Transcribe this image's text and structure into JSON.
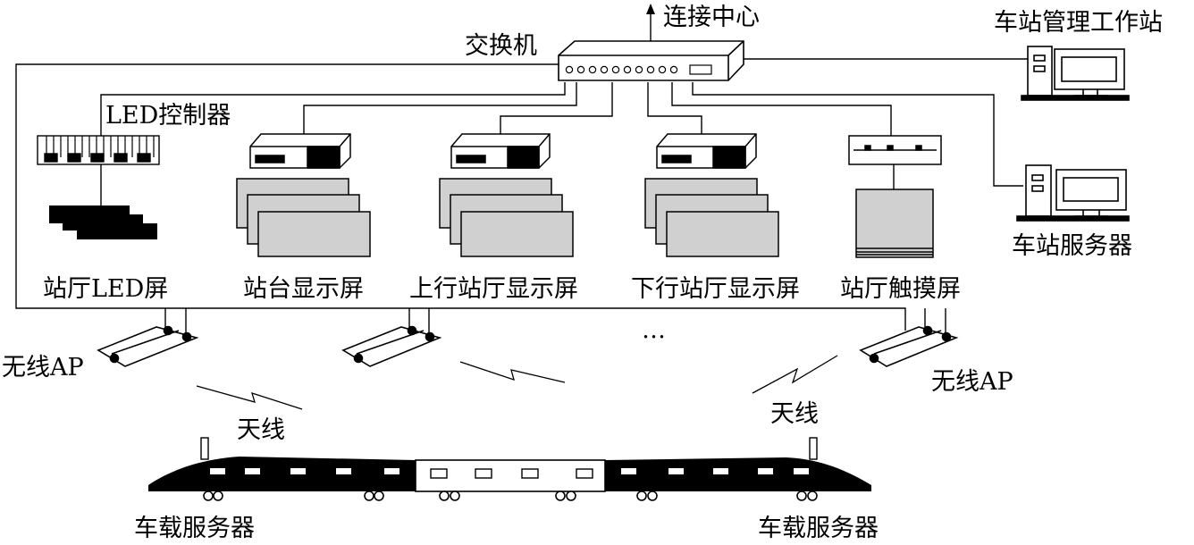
{
  "labels": {
    "switch": "交换机",
    "connect_center": "连接中心",
    "station_mgmt_ws": "车站管理工作站",
    "led_controller": "LED控制器",
    "station_server": "车站服务器",
    "hall_led_screen": "站厅LED屏",
    "platform_display": "站台显示屏",
    "up_hall_display": "上行站厅显示屏",
    "down_hall_display": "下行站厅显示屏",
    "hall_touch_screen": "站厅触摸屏",
    "wireless_ap_left": "无线AP",
    "wireless_ap_right": "无线AP",
    "ellipsis": "…",
    "antenna_left": "天线",
    "antenna_right": "天线",
    "onboard_server_left": "车载服务器",
    "onboard_server_right": "车载服务器"
  }
}
